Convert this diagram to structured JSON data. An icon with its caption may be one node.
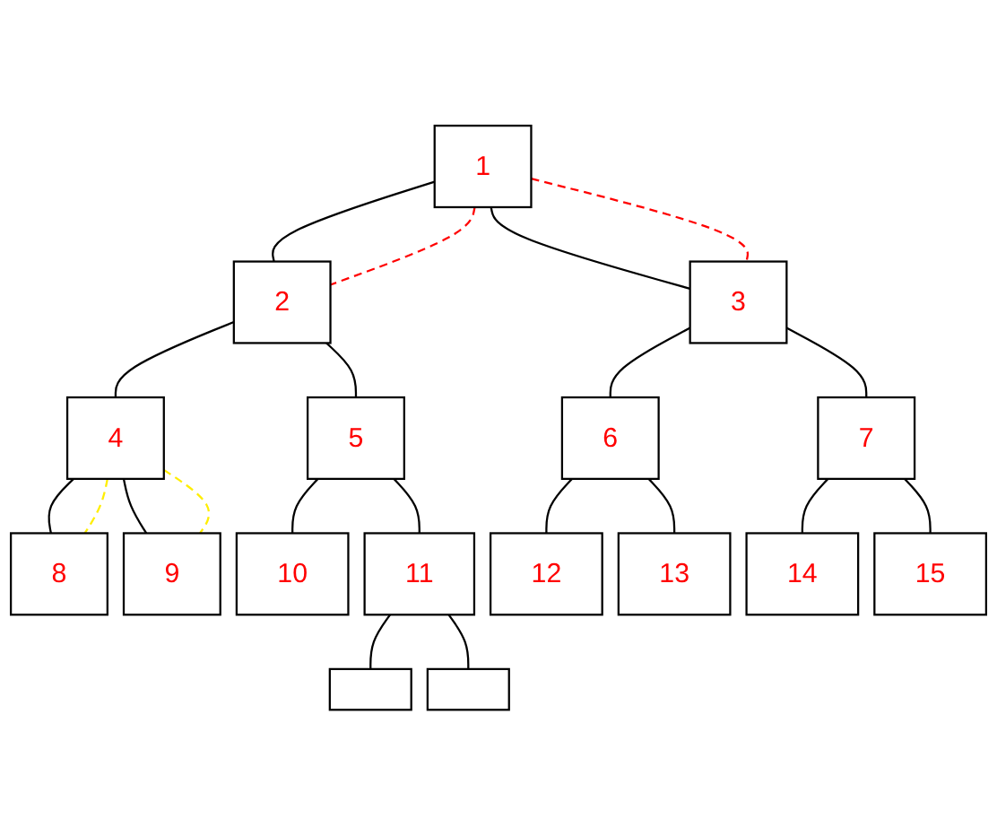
{
  "diagram": {
    "nodes": [
      {
        "text": [
          "1"
        ]
      },
      {
        "text": [
          "2"
        ]
      },
      {
        "text": [
          "3"
        ]
      },
      {
        "text": [
          "4"
        ]
      },
      {
        "text": [
          "5"
        ]
      },
      {
        "text": [
          "6"
        ]
      },
      {
        "text": [
          "7"
        ]
      },
      {
        "text": [
          "8"
        ]
      },
      {
        "text": [
          "9"
        ]
      },
      {
        "text": [
          "10"
        ]
      },
      {
        "text": [
          "11"
        ]
      },
      {
        "text": [
          "12"
        ]
      },
      {
        "text": [
          "13"
        ]
      },
      {
        "text": [
          "14"
        ]
      },
      {
        "text": [
          "15"
        ]
      },
      {
        "text": [],
        "shape": "box"
      },
      {
        "text": [],
        "shape": "box"
      }
    ],
    "edges": [
      {
        "from": 0,
        "to": 1,
        "arrow": "none"
      },
      {
        "from": 0,
        "to": 2,
        "arrow": "none"
      },
      {
        "from": 1,
        "to": 3,
        "arrow": "none"
      },
      {
        "from": 1,
        "to": 4,
        "arrow": "none"
      },
      {
        "from": 2,
        "to": 5,
        "arrow": "none"
      },
      {
        "from": 2,
        "to": 6,
        "arrow": "none"
      },
      {
        "from": 3,
        "to": 7,
        "arrow": "none"
      },
      {
        "from": 3,
        "to": 8,
        "arrow": "none"
      },
      {
        "from": 4,
        "to": 9,
        "arrow": "none"
      },
      {
        "from": 4,
        "to": 10,
        "arrow": "none"
      },
      {
        "from": 5,
        "to": 11,
        "arrow": "none"
      },
      {
        "from": 5,
        "to": 12,
        "arrow": "none"
      },
      {
        "from": 6,
        "to": 13,
        "arrow": "none"
      },
      {
        "from": 6,
        "to": 14,
        "arrow": "none"
      },
      {
        "from": 10,
        "to": 15,
        "arrow": "none"
      },
      {
        "from": 10,
        "to": 16,
        "arrow": "none"
      },
      {
        "from": 0,
        "to": 1,
        "arrow": "none",
        "style": "dashed",
        "color": "#ff0000"
      },
      {
        "from": 0,
        "to": 2,
        "arrow": "none",
        "style": "dashed",
        "color": "#ff0000"
      },
      {
        "from": 3,
        "to": 7,
        "arrow": "none",
        "style": "dashed",
        "color": "#ffee00"
      },
      {
        "from": 3,
        "to": 8,
        "arrow": "none",
        "style": "dashed",
        "color": "#ffee00"
      }
    ]
  }
}
